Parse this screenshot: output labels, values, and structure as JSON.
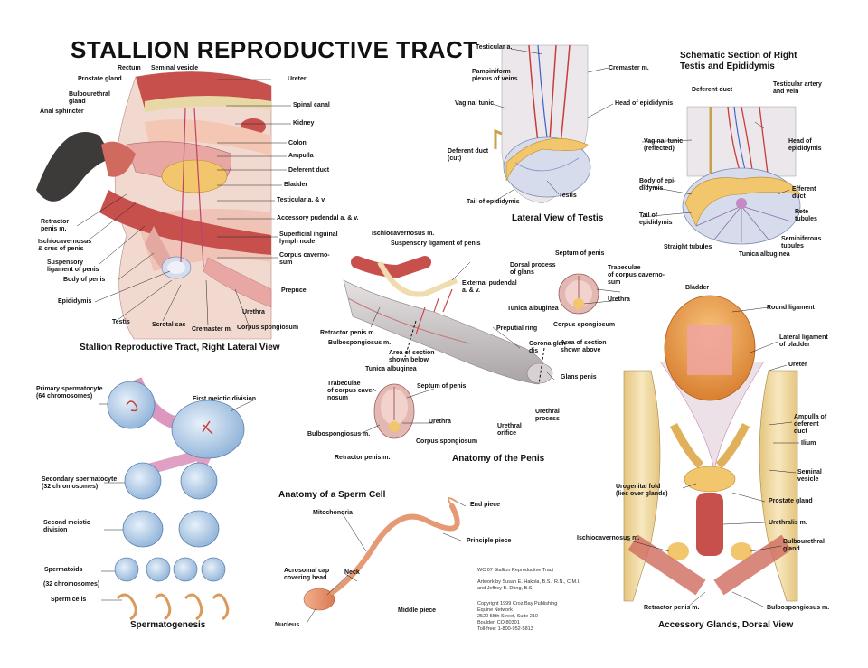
{
  "title": "STALLION REPRODUCTIVE TRACT",
  "sections": {
    "lateral_tract": "Stallion Reproductive Tract, Right Lateral View",
    "testis": "Lateral View of Testis",
    "schematic": "Schematic Section of Right\nTestis and Epididymis",
    "penis": "Anatomy of the Penis",
    "sperm_cell": "Anatomy of a Sperm Cell",
    "spermatogenesis": "Spermatogenesis",
    "accessory": "Accessory Glands, Dorsal View"
  },
  "labels": {
    "lateral": {
      "rectum": "Rectum",
      "seminal_vesicle": "Seminal vesicle",
      "prostate_gland": "Prostate gland",
      "bulbourethral_gland": "Bulbourethral\ngland",
      "anal_sphincter": "Anal sphincter",
      "ureter": "Ureter",
      "spinal_canal": "Spinal canal",
      "kidney": "Kidney",
      "colon": "Colon",
      "ampulla": "Ampulla",
      "deferent_duct": "Deferent duct",
      "bladder": "Bladder",
      "testicular_av": "Testicular a. & v.",
      "accessory_pudendal": "Accessory pudendal a. & v.",
      "superficial_inguinal": "Superficial inguinal\nlymph node",
      "corpus_cavernosum": "Corpus caverno-\nsum",
      "prepuce": "Prepuce",
      "retractor_penis": "Retractor\npenis m.",
      "ischiocavernosus": "Ischiocavernosus\n& crus of penis",
      "suspensory_ligament": "Suspensory\nligament of penis",
      "body_of_penis": "Body of penis",
      "epididymis": "Epididymis",
      "testis": "Testis",
      "scrotal_sac": "Scrotal sac",
      "cremaster": "Cremaster m.",
      "urethra": "Urethra",
      "corpus_spongiosum": "Corpus spongiosum"
    },
    "testis_view": {
      "testicular_a": "Testicular a.",
      "pampiniform": "Pampiniform\nplexus of veins",
      "cremaster": "Cremaster m.",
      "vaginal_tunic": "Vaginal tunic",
      "head_of_epididymis": "Head of epididymis",
      "deferent_duct_cut": "Deferent duct\n(cut)",
      "tail_of_epididymis": "Tail of epididymis",
      "testis": "Testis"
    },
    "schematic": {
      "deferent_duct": "Deferent duct",
      "testicular_artery_vein": "Testicular artery\nand vein",
      "vaginal_tunic_reflected": "Vaginal tunic\n(reflected)",
      "head_of_epididymis": "Head of\nepididymis",
      "body_of_epididymis": "Body of epi-\ndidymis",
      "efferent_duct": "Efferent\nduct",
      "tail_of_epididymis": "Tail of\nepididymis",
      "rete_tubules": "Rete\ntubules",
      "straight_tubules": "Straight tubules",
      "seminiferous_tubules": "Seminiferous\ntubules",
      "tunica_albuginea": "Tunica albuginea"
    },
    "penis": {
      "ischiocavernosus": "Ischiocavernosus m.",
      "suspensory_ligament": "Suspensory ligament of penis",
      "external_pudendal": "External pudendal\na. & v.",
      "retractor_penis": "Retractor penis m.",
      "bulbospongiosus": "Bulbospongiosus m.",
      "area_section_below": "Area of section\nshown below",
      "preputial_ring": "Preputial ring",
      "corona_glandis": "Corona glan-\ndis",
      "area_section_above": "Area of section\nshown above",
      "glans_penis": "Glans penis",
      "urethral_process": "Urethral\nprocess",
      "urethral_orifice": "Urethral\norifice",
      "septum_of_penis_top": "Septum of penis",
      "dorsal_process_glans": "Dorsal process\nof glans",
      "trabeculae_top": "Trabeculae\nof corpus caverno-\nsum",
      "tunica_albuginea_top": "Tunica albuginea",
      "urethra_top": "Urethra",
      "corpus_spongiosum_top": "Corpus spongiosum",
      "tunica_albuginea_bottom": "Tunica albuginea",
      "trabeculae_bottom": "Trabeculae\nof corpus caver-\nnosum",
      "septum_of_penis_bottom": "Septum of penis",
      "urethra_bottom": "Urethra",
      "bulbospongiosus_bottom": "Bulbospongiosus m.",
      "corpus_spongiosum_bottom": "Corpus spongiosum",
      "retractor_penis_bottom": "Retractor penis m."
    },
    "spermatogenesis": {
      "primary": "Primary spermatocyte\n(64 chromosomes)",
      "first_meiotic": "First meiotic division",
      "secondary": "Secondary spermatocyte\n(32 chromosomes)",
      "second_meiotic": "Second meiotic\ndivision",
      "spermatoids": "Spermatoids",
      "chromosomes32": "(32 chromosomes)",
      "sperm_cells": "Sperm cells"
    },
    "sperm": {
      "mitochondria": "Mitochondria",
      "end_piece": "End piece",
      "principle_piece": "Principle piece",
      "acrosomal_cap": "Acrosomal cap\ncovering head",
      "neck": "Neck",
      "middle_piece": "Middle piece",
      "nucleus": "Nucleus"
    },
    "accessory": {
      "bladder": "Bladder",
      "round_ligament": "Round ligament",
      "lateral_ligament": "Lateral ligament\nof bladder",
      "ureter": "Ureter",
      "ampulla": "Ampulla of\ndeferent\nduct",
      "ilium": "Ilium",
      "seminal_vesicle": "Seminal\nvesicle",
      "urogenital_fold": "Urogenital fold\n(lies over glands)",
      "prostate_gland": "Prostate gland",
      "urethralis": "Urethralis m.",
      "ischiocavernosus": "Ischiocavernosus m.",
      "bulbourethral": "Bulbourethral\ngland",
      "retractor_penis": "Retractor penis m.",
      "bulbospongiosus": "Bulbospongiosus m."
    }
  },
  "credits": {
    "code": "WC 07  Stallion Reproductive Tract",
    "artwork": "Artwork by Susan E. Hakola, B.S., R.N., C.M.I.\nand Jeffrey B. Dring, B.S.",
    "copyright": "Copyright  1999  Croz Bay Publishing\n                       Equine Network\n                       2520 55th Street, Suite 210\n                       Boulder, CO  80301\n                       Toll-free: 1-800-952-5813"
  },
  "colors": {
    "tissue_pink": "#e9a7a4",
    "muscle_red": "#c8504c",
    "bone_cream": "#ecd59c",
    "bladder_orange": "#e8a04e",
    "testis_blue": "#d6dcec",
    "cell_blue": "#bcd3ea",
    "link_magenta": "#c0418a",
    "gland_yellow": "#f2c66d"
  }
}
